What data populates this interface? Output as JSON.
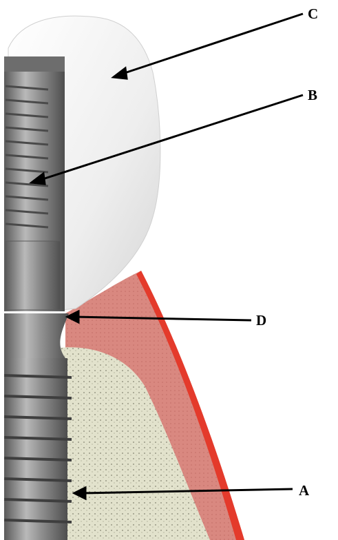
{
  "labels": {
    "a": "A",
    "b": "B",
    "c": "C",
    "d": "D"
  },
  "colors": {
    "gum": "#d9867f",
    "gum_edge": "#e43a2b",
    "bone": "#ddddc6",
    "crown": "#f3f3f3",
    "metal": "#8a8a8a",
    "arrow": "#000000"
  }
}
